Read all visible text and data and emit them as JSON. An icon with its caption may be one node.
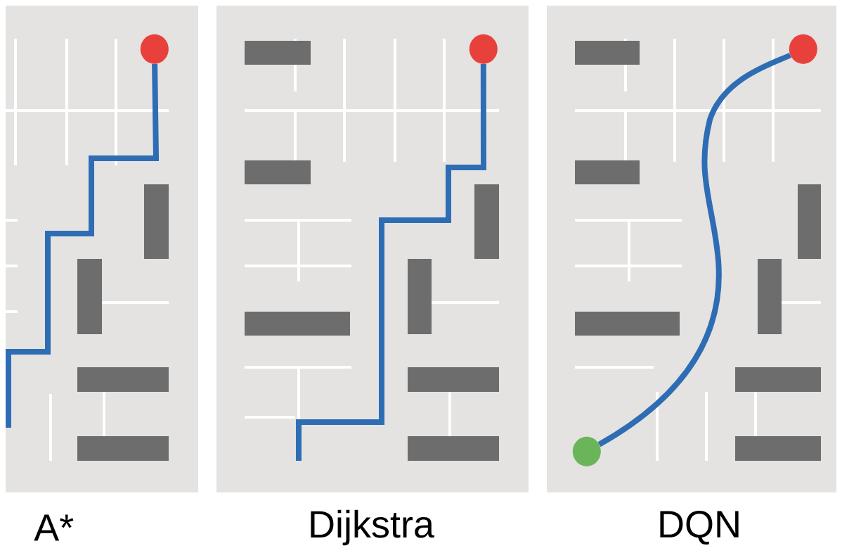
{
  "diagram": {
    "nodes": [
      {
        "text": [
          "A*"
        ]
      },
      {
        "text": [],
        "shape": "circle",
        "in": 0
      },
      {
        "text": [
          "Dijkstra"
        ]
      },
      {
        "text": [],
        "shape": "circle",
        "in": 2
      },
      {
        "text": [
          "DQN"
        ]
      },
      {
        "text": [],
        "shape": "circle",
        "in": 4
      },
      {
        "text": [],
        "shape": "circle",
        "in": 4
      }
    ],
    "edges": [
      {
        "from": null,
        "to": 1,
        "arrow": "none"
      },
      {
        "from": null,
        "to": 3,
        "arrow": "none"
      },
      {
        "from": 5,
        "to": 6,
        "arrow": "none"
      }
    ]
  }
}
